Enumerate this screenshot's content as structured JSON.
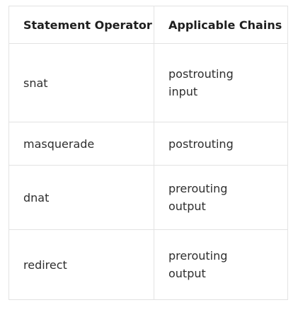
{
  "table": {
    "headers": [
      "Statement Operator",
      "Applicable Chains"
    ],
    "rows": [
      {
        "operator": "snat",
        "chains": [
          "postrouting",
          "input"
        ]
      },
      {
        "operator": "masquerade",
        "chains": [
          "postrouting"
        ]
      },
      {
        "operator": "dnat",
        "chains": [
          "prerouting",
          "output"
        ]
      },
      {
        "operator": "redirect",
        "chains": [
          "prerouting",
          "output"
        ]
      }
    ]
  }
}
